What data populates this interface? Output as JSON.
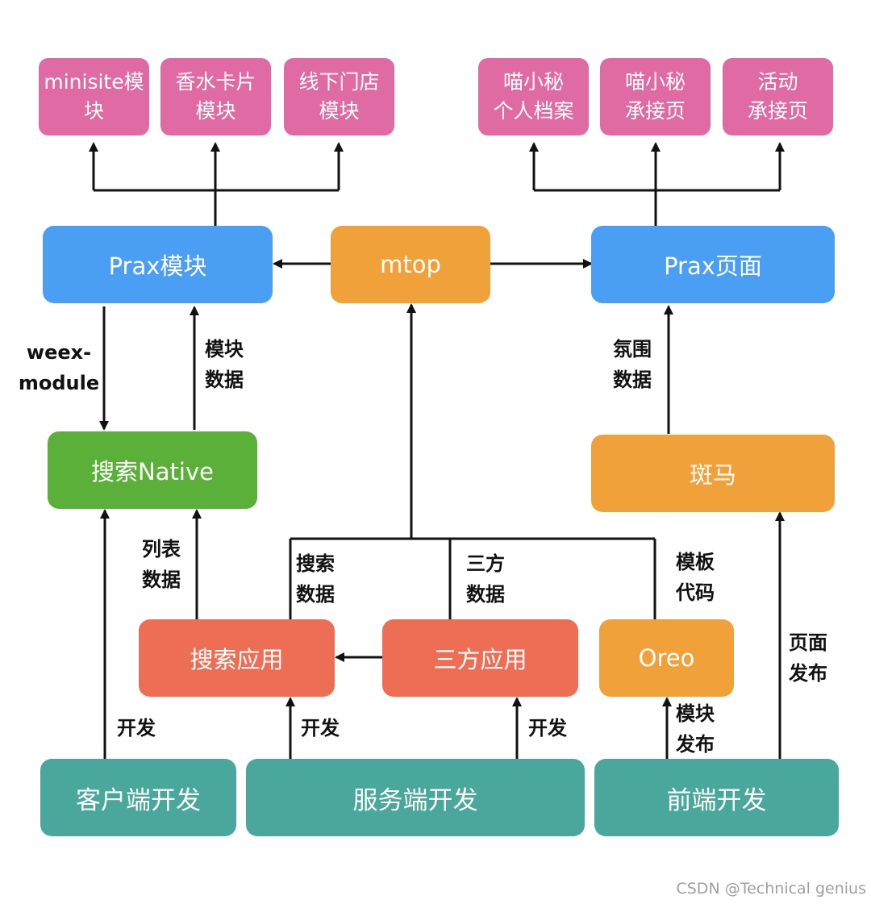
{
  "nodes": {
    "minisite": "minisite模\n块",
    "xiangshui": "香水卡片\n模块",
    "xianxia": "线下门店\n模块",
    "miao_profile": "喵小秘\n个人档案",
    "miao_land": "喵小秘\n承接页",
    "activity_land": "活动\n承接页",
    "prax_module": "Prax模块",
    "mtop": "mtop",
    "prax_page": "Prax页面",
    "search_native": "搜索Native",
    "zebra": "斑马",
    "search_app": "搜索应用",
    "third_app": "三方应用",
    "oreo": "Oreo",
    "client_dev": "客户端开发",
    "server_dev": "服务端开发",
    "frontend_dev": "前端开发"
  },
  "labels": {
    "weex_module": "weex-\nmodule",
    "module_data": "模块\n数据",
    "atmosphere_data": "氛围\n数据",
    "list_data": "列表\n数据",
    "search_data": "搜索\n数据",
    "third_data": "三方\n数据",
    "template_code": "模板\n代码",
    "page_publish": "页面\n发布",
    "dev_client": "开发",
    "dev_server": "开发",
    "dev_third": "开发",
    "module_publish": "模块\n发布"
  },
  "watermark": "CSDN @Technical genius"
}
